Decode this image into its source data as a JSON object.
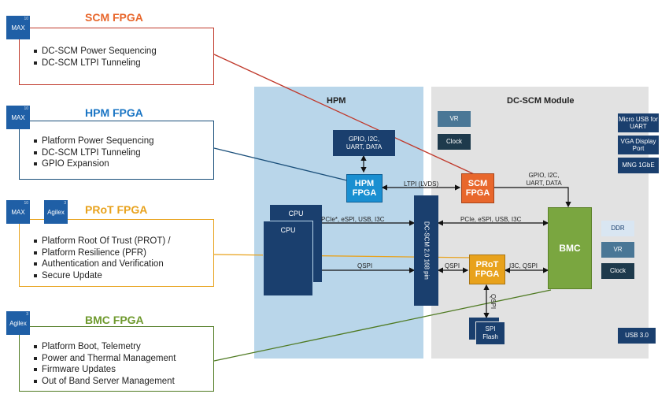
{
  "fpgas": [
    {
      "title": "SCM FPGA",
      "color": "#e8672c",
      "chips": [
        {
          "label": "MAX",
          "sup": "10"
        }
      ],
      "items": [
        "DC-SCM Power Sequencing",
        "DC-SCM LTPI Tunneling"
      ]
    },
    {
      "title": "HPM FPGA",
      "color": "#1a75c4",
      "chips": [
        {
          "label": "MAX",
          "sup": "10"
        }
      ],
      "items": [
        "Platform Power Sequencing",
        "DC-SCM LTPI Tunneling",
        "GPIO Expansion"
      ]
    },
    {
      "title": "PRoT FPGA",
      "color": "#e8a21c",
      "chips": [
        {
          "label": "MAX",
          "sup": "10"
        },
        {
          "label": "Agilex",
          "sup": "3"
        }
      ],
      "items": [
        "Platform Root Of Trust (PROT) /",
        "Platform Resilience (PFR)",
        "Authentication and Verification",
        "Secure Update"
      ]
    },
    {
      "title": "BMC FPGA",
      "color": "#6f9a2e",
      "chips": [
        {
          "label": "Agilex",
          "sup": "3"
        }
      ],
      "items": [
        "Platform Boot, Telemetry",
        "Power and Thermal Management",
        "Firmware Updates",
        "Out of Band Server Management"
      ]
    }
  ],
  "hpm": {
    "title": "HPM",
    "gpio_box": "GPIO, I2C, UART, DATA",
    "hpm_fpga": "HPM FPGA",
    "cpu1": "CPU",
    "cpu2": "CPU",
    "connector": "DC-SCM 2.0 168 pin"
  },
  "scm": {
    "title": "DC-SCM Module",
    "vr": "VR",
    "clock": "Clock",
    "scm_fpga": "SCM FPGA",
    "gpio_label": "GPIO, I2C, UART, DATA",
    "bmc": "BMC",
    "prot_fpga": "PRoT FPGA",
    "spi_flash": "SPI Flash",
    "micro_usb": "Micro USB for UART",
    "vga": "VGA Display Port",
    "mng": "MNG 1GbE",
    "ddr": "DDR",
    "vr2": "VR",
    "clock2": "Clock",
    "usb": "USB 3.0"
  },
  "links": {
    "ltpi": "LTPI (LVDS)",
    "pcie_hpm": "PCIe*, eSPI, USB, I3C",
    "pcie_scm": "PCIe, eSPI, USB, I3C",
    "qspi_hpm": "QSPI",
    "qspi_scm": "QSPI",
    "i3c_qspi": "I3C, QSPI",
    "qspi_vert": "QSPI"
  }
}
